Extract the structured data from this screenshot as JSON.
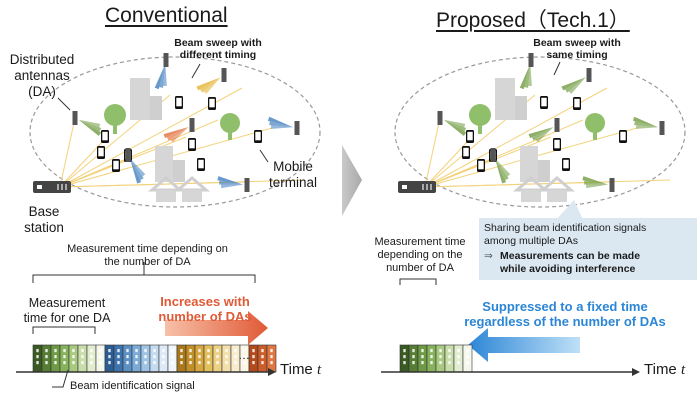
{
  "left": {
    "title": "Conventional",
    "distributed_antennas": [
      "Distributed",
      "antennas",
      "(DA)"
    ],
    "beam_sweep": [
      "Beam sweep with",
      "different timing"
    ],
    "mobile_terminal": [
      "Mobile",
      "terminal"
    ],
    "base_station": [
      "Base",
      "station"
    ],
    "measurement_time_total": [
      "Measurement time depending on",
      "the number of DA"
    ],
    "measurement_time_one": [
      "Measurement",
      "time for one DA"
    ],
    "increase": [
      "Increases with",
      "number of DAs"
    ],
    "beam_signal": "Beam identification signal",
    "time_axis": "Time",
    "time_var": "t",
    "ellipsis": "…"
  },
  "right": {
    "title": "Proposed（Tech.1）",
    "beam_sweep": [
      "Beam sweep with",
      "same timing"
    ],
    "callout_text": [
      "Sharing beam identification signals",
      "among multiple DAs"
    ],
    "callout_arrow": "⇒",
    "callout_result": [
      "Measurements can be made",
      "while avoiding interference"
    ],
    "measurement_time": [
      "Measurement time",
      "depending on the",
      "number of DA"
    ],
    "suppressed": [
      "Suppressed to a fixed time",
      "regardless of the number of DAs"
    ],
    "time_axis": "Time",
    "time_var": "t"
  },
  "colors": {
    "green": "#6f9a3f",
    "yellow": "#e3b12c",
    "blue": "#3f7ebf",
    "orange": "#e1703b",
    "red_arrow": "#e05a36",
    "blue_arrow": "#2c86d6",
    "ray": "#f3d27a",
    "callout_bg": "#dbe8f2"
  }
}
